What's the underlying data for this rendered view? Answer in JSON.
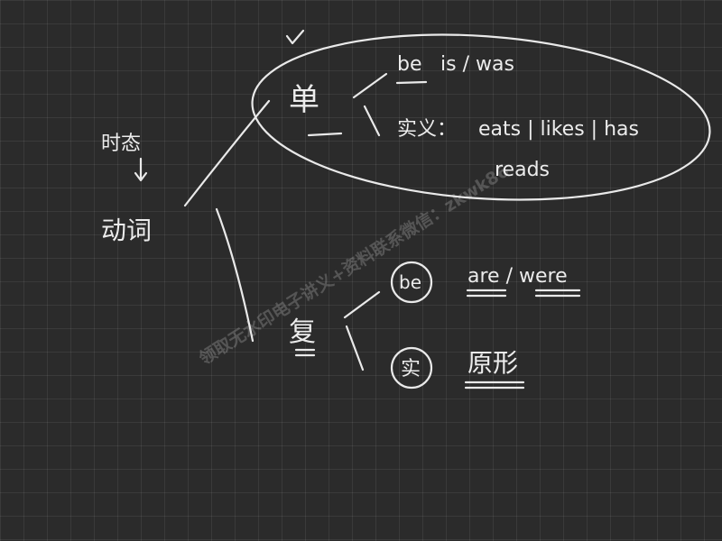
{
  "note": {
    "topic": "动词",
    "topic_above": "时态",
    "branch_singular": "单",
    "branch_plural": "复",
    "singular": {
      "be_label": "be",
      "be_forms": "is / was",
      "real_label": "实义：",
      "real_forms": "eats | likes | has",
      "real_forms_2": "reads"
    },
    "plural": {
      "be_label": "be",
      "be_forms": "are / were",
      "real_label": "实",
      "real_forms": "原形"
    }
  },
  "watermark": "领取无水印电子讲义+资料联系微信：zkwk86",
  "colors": {
    "background": "#2b2b2b",
    "ink": "#e9e9e9"
  }
}
